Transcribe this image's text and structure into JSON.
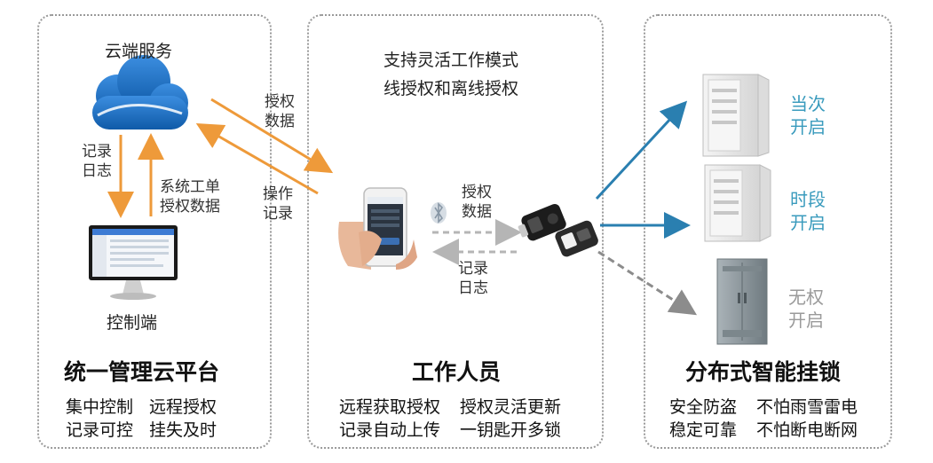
{
  "left": {
    "cloud_label": "云端服务",
    "record_log_lines": [
      "记录",
      "日志"
    ],
    "workorder_lines": [
      "系统工单",
      "授权数据"
    ],
    "console_label": "控制端",
    "title": "统一管理云平台",
    "features": [
      "集中控制",
      "远程授权",
      "记录可控",
      "挂失及时"
    ]
  },
  "arrows_cloud": {
    "auth_data_lines": [
      "授权",
      "数据"
    ],
    "op_record_lines": [
      "操作",
      "记录"
    ]
  },
  "middle": {
    "mode_lines": [
      "支持灵活工作模式",
      "线授权和离线授权"
    ],
    "auth_data_lines": [
      "授权",
      "数据"
    ],
    "record_log_lines": [
      "记录",
      "日志"
    ],
    "title": "工作人员",
    "features": [
      "远程获取授权",
      "授权灵活更新",
      "记录自动上传",
      "一钥匙开多锁"
    ]
  },
  "right": {
    "statuses": [
      {
        "lines": [
          "当次",
          "开启"
        ],
        "color": "#3a9bbd"
      },
      {
        "lines": [
          "时段",
          "开启"
        ],
        "color": "#3a9bbd"
      },
      {
        "lines": [
          "无权",
          "开启"
        ],
        "color": "#9a9a9a"
      }
    ],
    "title": "分布式智能挂锁",
    "features": [
      "安全防盗",
      "不怕雨雪雷电",
      "稳定可靠",
      "不怕断电断网"
    ]
  },
  "colors": {
    "orange_arrow": "#ee9a3a",
    "blue_arrow": "#2a7fb0",
    "gray_arrow": "#8c8c8c",
    "cloud_blue": "#1e6fc0",
    "cabinet_gray": "#e6e6e6",
    "cabinet_dark": "#8f9aa0"
  },
  "icons": [
    "cloud-icon",
    "monitor-icon",
    "phone-icon",
    "bluetooth-icon",
    "smart-key-icon",
    "cabinet-icon"
  ]
}
